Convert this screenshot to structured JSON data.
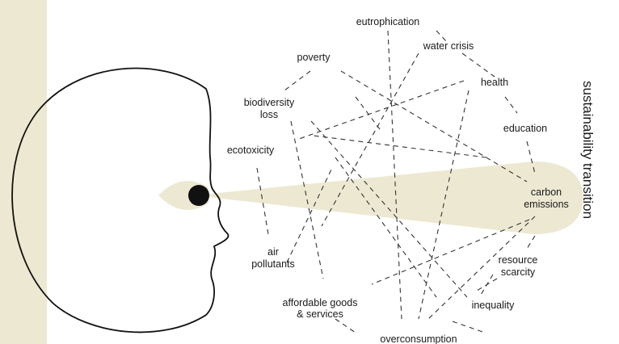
{
  "colors": {
    "background": "#ffffff",
    "left_band": "#ece8d2",
    "vision_cone": "#ece8d2",
    "outline": "#111111",
    "edge": "#333333"
  },
  "vertical_label": "sustainability transition",
  "nodes": [
    {
      "id": "eutrophication",
      "lines": [
        "eutrophication"
      ]
    },
    {
      "id": "water-crisis",
      "lines": [
        "water crisis"
      ]
    },
    {
      "id": "poverty",
      "lines": [
        "poverty"
      ]
    },
    {
      "id": "health",
      "lines": [
        "health"
      ]
    },
    {
      "id": "biodiversity-loss",
      "lines": [
        "biodiversity",
        "loss"
      ]
    },
    {
      "id": "education",
      "lines": [
        "education"
      ]
    },
    {
      "id": "ecotoxicity",
      "lines": [
        "ecotoxicity"
      ]
    },
    {
      "id": "carbon-emissions",
      "lines": [
        "carbon",
        "emissions"
      ]
    },
    {
      "id": "air-pollutants",
      "lines": [
        "air",
        "pollutants"
      ]
    },
    {
      "id": "resource-scarcity",
      "lines": [
        "resource",
        "scarcity"
      ]
    },
    {
      "id": "affordable-goods",
      "lines": [
        "affordable goods",
        "& services"
      ]
    },
    {
      "id": "inequality",
      "lines": [
        "inequality"
      ]
    },
    {
      "id": "overconsumption",
      "lines": [
        "overconsumption"
      ]
    }
  ]
}
